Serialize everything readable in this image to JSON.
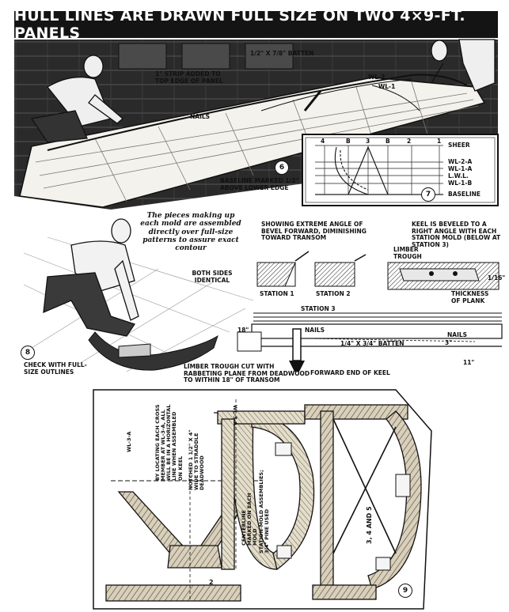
{
  "title": "HULL LINES ARE DRAWN FULL SIZE ON TWO 4×9-FT. PANELS",
  "fig6": {
    "number": "6",
    "batten": "1/2\" X 7/8\" BATTEN",
    "strip": "1\" STRIP ADDED TO TOP EDGE OF PANEL",
    "nails": "NAILS",
    "baseline_note": "BASELINE MARKED 1/2\" ABOVE LOWER EDGE",
    "waterlines": [
      "WL-2",
      "WL-1"
    ]
  },
  "fig7": {
    "number": "7",
    "stations": [
      "4",
      "B",
      "3",
      "B",
      "2",
      "1"
    ],
    "lines": [
      "SHEER",
      "WL-2-A",
      "WL-1-A",
      "L.W.L.",
      "WL-1-B",
      "BASELINE"
    ]
  },
  "fig8": {
    "number": "8",
    "caption": "The pieces making up each mold are assembled directly over full-size patterns to assure exact contour",
    "both_sides": "BOTH SIDES IDENTICAL",
    "check": "CHECK WITH FULL-SIZE OUTLINES",
    "limber": "LIMBER TROUGH CUT WITH RABBETING PLANE FROM DEADWOOD TO WITHIN 18\" OF TRANSOM"
  },
  "bevel": {
    "note": "SHOWING EXTREME ANGLE OF BEVEL FORWARD, DIMINISHING TOWARD TRANSOM",
    "station1": "STATION 1",
    "station2": "STATION 2"
  },
  "keel": {
    "note": "KEEL IS BEVELED TO A RIGHT ANGLE WITH EACH STATION MOLD (BELOW AT STATION 3)",
    "limber_trough": "LIMBER TROUGH",
    "thickness": "THICKNESS OF PLANK",
    "dim_16": "1/16\"",
    "station3": "STATION 3",
    "dim_18": "18\"",
    "nails_left": "NAILS",
    "nails_right": "NAILS",
    "batten": "1/4\" X 3/4\" BATTEN",
    "dim_11": "11\"",
    "dim_3": "3\"",
    "forward_end": "FORWARD END OF KEEL"
  },
  "fig9": {
    "number": "9",
    "wl3a_left": "WL-3-A",
    "wl3a_top": "WL-3-A",
    "locating": "BY LOCATING EACH CROSS MEMBER AT WL-3-A, ALL WILL BE IN A HORIZONTAL LINE WHEN ASSEMBLED ON KEEL",
    "notched": "NOTCHED 1 1/2\" X 4\" WIDE TO STRADDLE DEADWOOD",
    "centerline": "CENTERLINE MARKED ON EACH MOLD",
    "station_mold": "STATION-MOLD ASSEMBLIES; 3/4\" PINE USED",
    "mold2": "2",
    "molds345": "3, 4 AND 5"
  }
}
